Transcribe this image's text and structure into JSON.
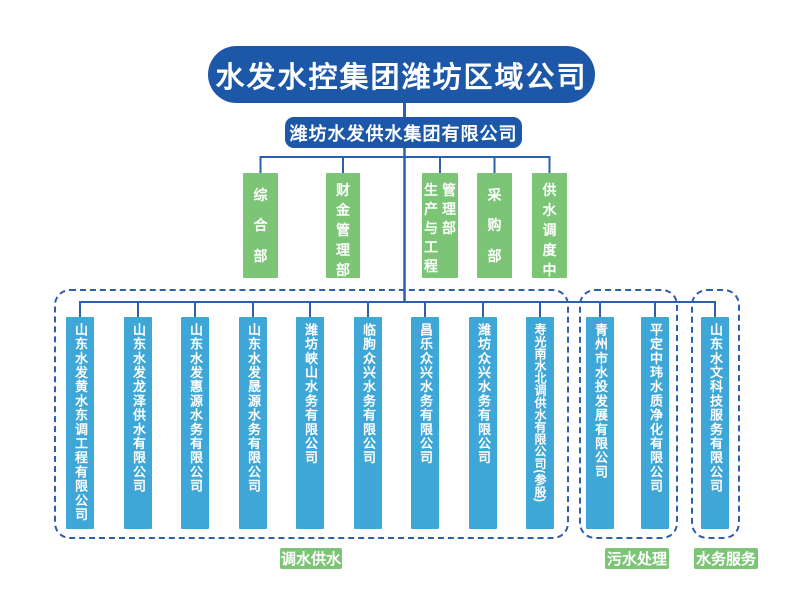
{
  "colors": {
    "dark_blue": "#1d57a8",
    "green": "#7cc576",
    "cyan": "#3fa7d8",
    "line_blue": "#2e5fad",
    "text_on_fill": "#ffffff",
    "background": "#ffffff"
  },
  "root": {
    "title": "水发水控集团潍坊区域公司"
  },
  "group_company": {
    "title": "潍坊水发供水集团有限公司"
  },
  "departments": [
    {
      "label": "综合部"
    },
    {
      "label": "财金管理部"
    },
    {
      "label": "生产与工程管理部"
    },
    {
      "label": "采购部"
    },
    {
      "label": "供水调度中心"
    }
  ],
  "business_groups": [
    {
      "label": "调水供水",
      "companies": [
        "山东水发黄水东调工程有限公司",
        "山东水发龙泽供水有限公司",
        "山东水发惠源水务有限公司",
        "山东水发晟源水务有限公司",
        "潍坊峡山水务有限公司",
        "临朐众兴水务有限公司",
        "昌乐众兴水务有限公司",
        "潍坊众兴水务有限公司",
        "寿光南水北调供水有限公司(参股)"
      ]
    },
    {
      "label": "污水处理",
      "companies": [
        "青州市水投发展有限公司",
        "平定中玮水质净化有限公司"
      ]
    },
    {
      "label": "水务服务",
      "companies": [
        "山东水文科技服务有限公司"
      ]
    }
  ]
}
